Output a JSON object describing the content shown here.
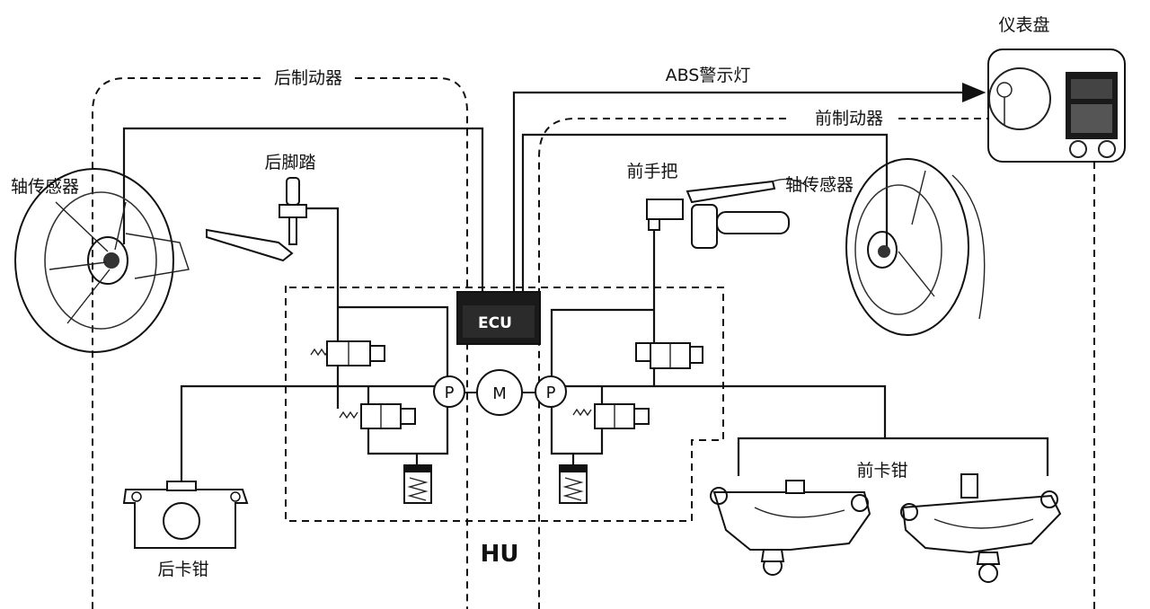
{
  "labels": {
    "rear_brake": "后制动器",
    "front_brake": "前制动器",
    "abs_warning": "ABS警示灯",
    "dashboard": "仪表盘",
    "rear_axle_sensor": "轴传感器",
    "front_axle_sensor": "轴传感器",
    "rear_pedal": "后脚踏",
    "front_handle": "前手把",
    "ecu": "ECU",
    "hu": "HU",
    "pump_left": "P",
    "motor": "M",
    "pump_right": "P",
    "rear_caliper": "后卡钳",
    "front_caliper": "前卡钳"
  },
  "icons": {
    "rear_wheel": "wheel-icon",
    "front_wheel": "wheel-icon",
    "dashboard": "gauge-icon",
    "rear_pedal": "pedal-icon",
    "front_handle": "handlebar-lever-icon",
    "valves": "solenoid-valve-icon",
    "accumulators": "spring-reservoir-icon",
    "rear_caliper": "brake-caliper-icon",
    "front_caliper": "brake-caliper-icon"
  }
}
